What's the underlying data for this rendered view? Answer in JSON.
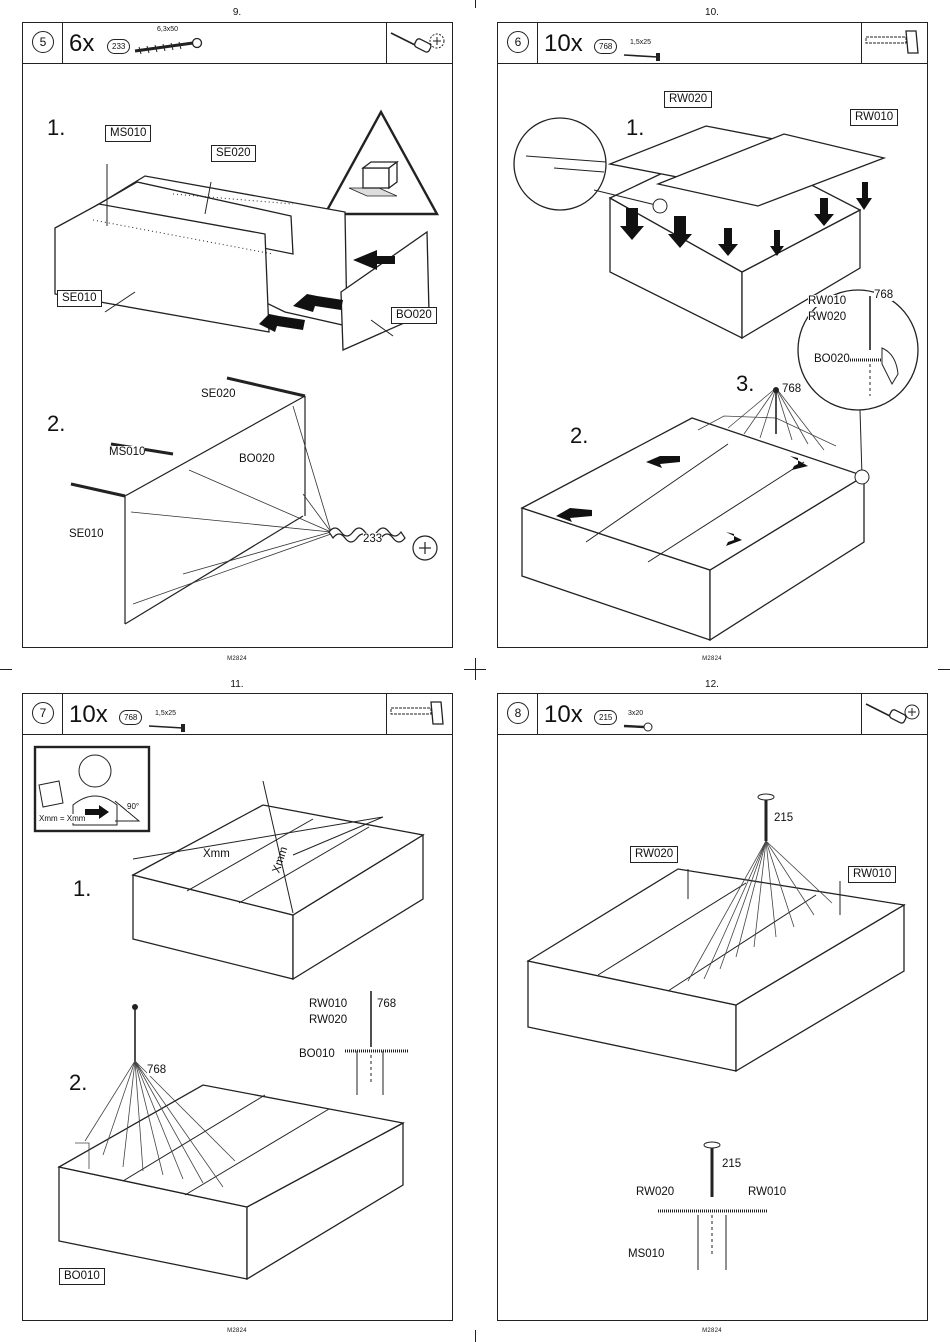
{
  "document": {
    "footer": "M2824"
  },
  "pages": [
    {
      "page": "9.",
      "step": "5",
      "qty": "6x",
      "part": "233",
      "size": "6,3x50",
      "substeps": [
        "1.",
        "2."
      ],
      "labels": {
        "ms010": "MS010",
        "se020": "SE020",
        "se010": "SE010",
        "bo020": "BO020",
        "se020b": "SE020",
        "ms010b": "MS010",
        "bo020b": "BO020",
        "se010b": "SE010",
        "screw": "233"
      }
    },
    {
      "page": "10.",
      "step": "6",
      "qty": "10x",
      "part": "768",
      "size": "1,5x25",
      "substeps": [
        "1.",
        "2.",
        "3."
      ],
      "labels": {
        "rw020": "RW020",
        "rw010": "RW010",
        "det_rw010": "RW010",
        "det_rw020": "RW020",
        "det_768": "768",
        "det_bo020": "BO020",
        "nail": "768"
      }
    },
    {
      "page": "11.",
      "step": "7",
      "qty": "10x",
      "part": "768",
      "size": "1,5x25",
      "substeps": [
        "1.",
        "2."
      ],
      "labels": {
        "angle": "90°",
        "eq": "Xmm = Xmm",
        "xmm1": "Xmm",
        "xmm2": "Xmm",
        "det_rw010": "RW010",
        "det_rw020": "RW020",
        "det_768": "768",
        "det_bo010": "BO010",
        "nail": "768",
        "bo010": "BO010"
      }
    },
    {
      "page": "12.",
      "step": "8",
      "qty": "10x",
      "part": "215",
      "size": "3x20",
      "substeps": [],
      "labels": {
        "screw": "215",
        "rw020": "RW020",
        "rw010": "RW010",
        "det_215": "215",
        "det_rw020": "RW020",
        "det_rw010": "RW010",
        "det_ms010": "MS010"
      }
    }
  ]
}
